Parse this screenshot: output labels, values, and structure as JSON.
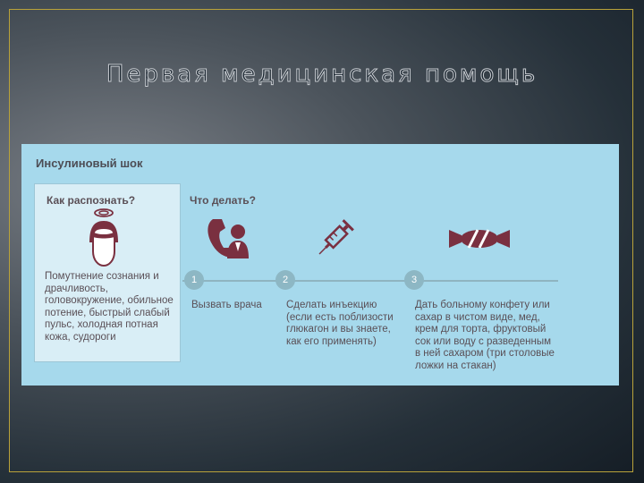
{
  "slide": {
    "title": "Первая медицинская помощь"
  },
  "panel": {
    "title": "Инсулиновый шок",
    "recognize": {
      "heading": "Как распознать?",
      "symptoms": "Помутнение сознания и драчливость, головокружение, обильное потение, быстрый слабый пульс, холодная потная кожа, судороги"
    },
    "actions": {
      "heading": "Что делать?",
      "steps": [
        {
          "num": "1",
          "text": "Вызвать врача"
        },
        {
          "num": "2",
          "text": "Сделать инъекцию (если есть поблизости глюкагон и вы знаете, как его применять)"
        },
        {
          "num": "3",
          "text": "Дать больному конфету или сахар в чистом виде, мед, крем для торта, фруктовый сок или воду с разведенным в ней сахаром (три столовые ложки на стакан)"
        }
      ]
    },
    "icons": [
      "dizzy-head-icon",
      "phone-doctor-icon",
      "syringe-icon",
      "candy-icon"
    ],
    "colors": {
      "panel_bg": "#a6d9ec",
      "box_bg": "#d9eef6",
      "icon": "#7a3040",
      "frame": "#b9a23a"
    }
  }
}
